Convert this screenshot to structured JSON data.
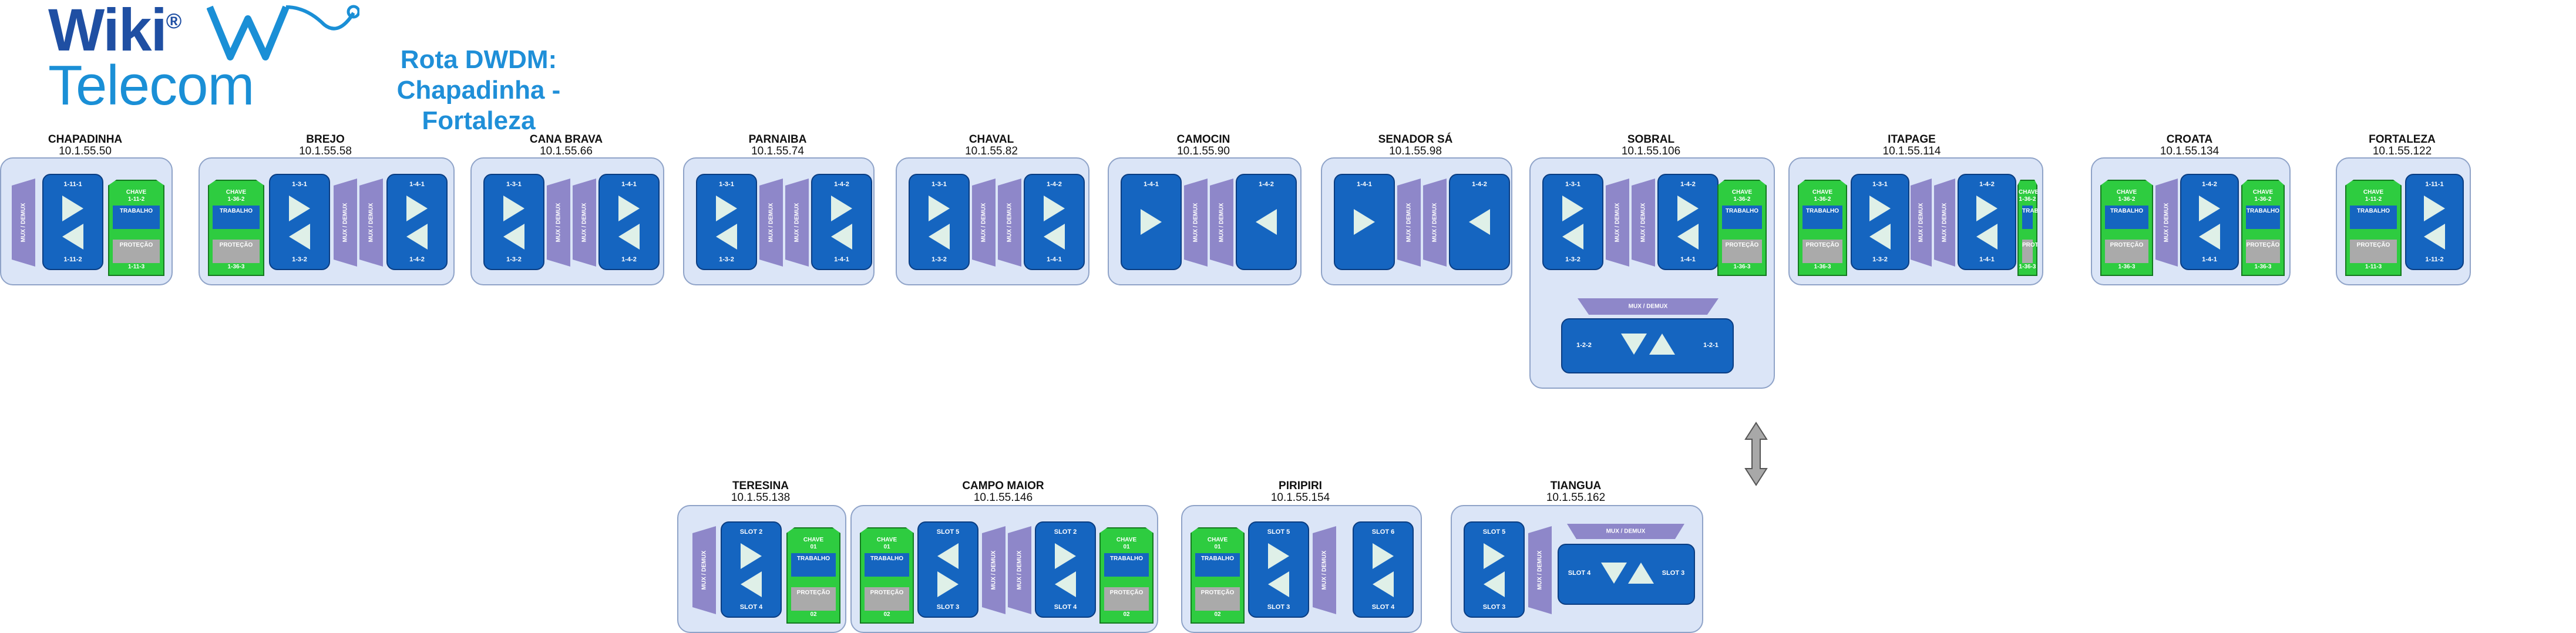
{
  "logo": {
    "line1": "Wiki",
    "reg": "®",
    "line2": "Telecom"
  },
  "route": {
    "title_line1": "Rota DWDM:",
    "title_line2": "Chapadinha - Fortaleza"
  },
  "mux_label": "MUX / DEMUX",
  "switch": {
    "chave": "CHAVE",
    "trabalho": "TRABALHO",
    "protecao": "PROTEÇÃO"
  },
  "sites": [
    {
      "name": "CHAPADINHA",
      "ip": "10.1.55.50",
      "cards": [
        {
          "top": "1-11-1",
          "bottom": "1-11-2"
        }
      ],
      "switch": {
        "id": "1-11-2",
        "bottom": "1-11-3"
      }
    },
    {
      "name": "BREJO",
      "ip": "10.1.55.58",
      "switch": {
        "id": "1-36-2",
        "bottom": "1-36-3"
      },
      "cards": [
        {
          "top": "1-3-1",
          "bottom": "1-3-2"
        },
        {
          "top": "1-4-1",
          "bottom": "1-4-2"
        }
      ]
    },
    {
      "name": "CANA BRAVA",
      "ip": "10.1.55.66",
      "cards": [
        {
          "top": "1-3-1",
          "bottom": "1-3-2"
        },
        {
          "top": "1-4-1",
          "bottom": "1-4-2"
        }
      ]
    },
    {
      "name": "PARNAIBA",
      "ip": "10.1.55.74",
      "cards": [
        {
          "top": "1-3-1",
          "bottom": "1-3-2"
        },
        {
          "top": "1-4-2",
          "bottom": "1-4-1"
        }
      ]
    },
    {
      "name": "CHAVAL",
      "ip": "10.1.55.82",
      "cards": [
        {
          "top": "1-3-1",
          "bottom": "1-3-2"
        },
        {
          "top": "1-4-2",
          "bottom": "1-4-1"
        }
      ]
    },
    {
      "name": "CAMOCIN",
      "ip": "10.1.55.90",
      "cards": [
        {
          "top": "1-4-1",
          "bottom": ""
        },
        {
          "top": "1-4-2",
          "bottom": ""
        }
      ]
    },
    {
      "name": "SENADOR SÁ",
      "ip": "10.1.55.98",
      "cards": [
        {
          "top": "1-4-1",
          "bottom": ""
        },
        {
          "top": "1-4-2",
          "bottom": ""
        }
      ]
    },
    {
      "name": "SOBRAL",
      "ip": "10.1.55.106",
      "cards": [
        {
          "top": "1-3-1",
          "bottom": "1-3-2"
        },
        {
          "top": "1-4-2",
          "bottom": "1-4-1"
        }
      ],
      "switch": {
        "id": "1-36-2",
        "bottom": "1-36-3"
      },
      "extra": {
        "left": "1-2-2",
        "right": "1-2-1"
      }
    },
    {
      "name": "ITAPAGE",
      "ip": "10.1.55.114",
      "switch": {
        "id": "1-36-2",
        "bottom": "1-36-3"
      },
      "cards": [
        {
          "top": "1-3-1",
          "bottom": "1-3-2"
        },
        {
          "top": "1-4-2",
          "bottom": "1-4-1"
        }
      ],
      "switch2": {
        "id": "1-36-2",
        "bottom": "1-36-3"
      }
    },
    {
      "name": "CROATA",
      "ip": "10.1.55.134",
      "switch": {
        "id": "1-36-2",
        "bottom": "1-36-3"
      },
      "cards": [
        {
          "top": "1-4-2",
          "bottom": "1-4-1"
        }
      ],
      "switch2": {
        "id": "1-36-2",
        "bottom": "1-36-3"
      }
    },
    {
      "name": "FORTALEZA",
      "ip": "10.1.55.122",
      "switch": {
        "id": "1-11-2",
        "bottom": "1-11-3"
      },
      "cards": [
        {
          "top": "1-11-1",
          "bottom": "1-11-2"
        }
      ]
    }
  ],
  "sites2": [
    {
      "name": "TERESINA",
      "ip": "10.1.55.138",
      "cards": [
        {
          "top": "SLOT 2",
          "bottom": "SLOT 4"
        }
      ],
      "switch": {
        "id": "01",
        "bottom": "02"
      }
    },
    {
      "name": "CAMPO MAIOR",
      "ip": "10.1.55.146",
      "switch": {
        "id": "01",
        "bottom": "02"
      },
      "cards": [
        {
          "top": "SLOT 5",
          "bottom": "SLOT 3"
        },
        {
          "top": "SLOT 2",
          "bottom": "SLOT 4"
        }
      ],
      "switch2": {
        "id": "01",
        "bottom": "02"
      }
    },
    {
      "name": "PIRIPIRI",
      "ip": "10.1.55.154",
      "switch": {
        "id": "01",
        "bottom": "02"
      },
      "cards": [
        {
          "top": "SLOT 5",
          "bottom": "SLOT 3"
        },
        {
          "top": "SLOT 6",
          "bottom": "SLOT 4"
        }
      ]
    },
    {
      "name": "TIANGUA",
      "ip": "10.1.55.162",
      "cards": [
        {
          "top": "SLOT 5",
          "bottom": "SLOT 3"
        }
      ],
      "extra": {
        "left": "SLOT 4",
        "right": "SLOT 3"
      }
    }
  ]
}
